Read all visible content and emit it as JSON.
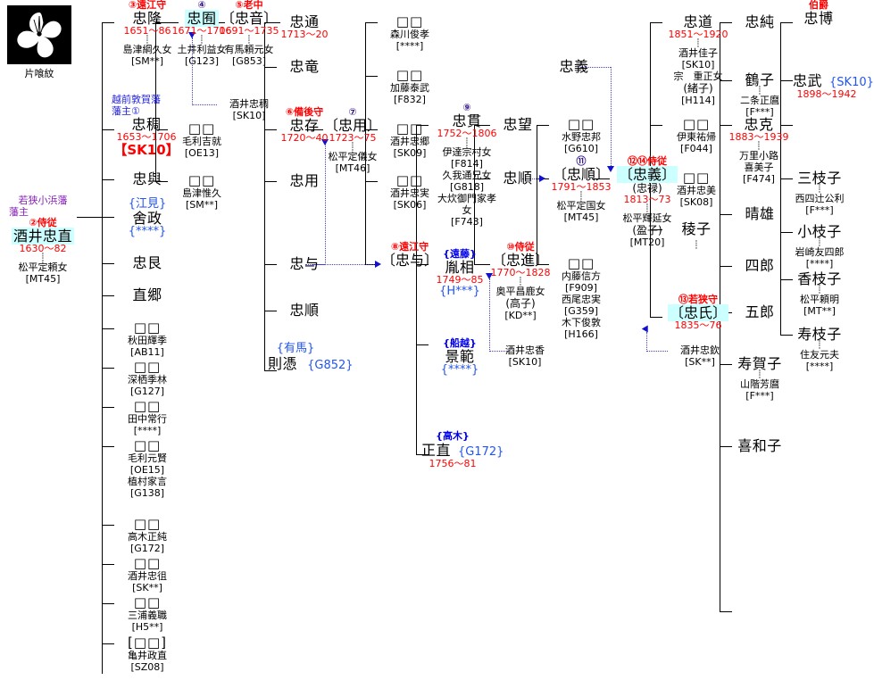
{
  "crest": {
    "name": "片喰紋",
    "icon": "kamon-katabami-crest"
  },
  "colors": {
    "year": "#ff0000",
    "highlight": "#ccffff",
    "han_blue": "#2222dd",
    "han_purple": "#8822bb",
    "family_blue": "#0000ee",
    "rank_circle": "#3a1a8c",
    "connector": "#000000",
    "dotted_link": "#4040e0"
  },
  "root": {
    "han_line1": "若狭小浜藩",
    "han_line2": "藩主",
    "rank": "②侍従",
    "name": "酒井忠直",
    "years": "1630〜82",
    "tie": "┊",
    "spouse": "松平定頼女",
    "code": "[MT45]"
  },
  "gen_col1": [
    {
      "id": "tadataka",
      "rank": "③遠江守",
      "name": "忠隆",
      "years": "1651〜86",
      "tie": "┊",
      "spouse": "島津綱久女",
      "code": "[SM**]"
    },
    {
      "id": "tadachika",
      "han1": "越前敦賀藩",
      "han2": "藩主①",
      "name": "忠稠",
      "years": "1653〜1706",
      "badge": "【SK10】"
    },
    {
      "id": "tadatomo",
      "name": "忠與"
    },
    {
      "id": "iemasa",
      "family": "{江見}",
      "name": "舍政",
      "code_blue": "{****}"
    },
    {
      "id": "tadayoshi2",
      "name": "忠艮"
    },
    {
      "id": "naosato",
      "name": "直郷"
    },
    {
      "id": "d_akita",
      "sq": "□□",
      "spouse": "秋田輝季",
      "code": "[AB11]"
    },
    {
      "id": "d_fukasu",
      "sq": "□□",
      "spouse": "深栖季林",
      "code": "[G127]"
    },
    {
      "id": "d_tanaka",
      "sq": "□□",
      "spouse": "田中常行",
      "code": "[****]"
    },
    {
      "id": "d_mouri",
      "sq": "□□",
      "spouse": "毛利元賢",
      "code": "[OE15]",
      "spouse2": "植村家言",
      "code2": "[G138]"
    },
    {
      "id": "d_takagi",
      "sq": "□□",
      "spouse": "高木正純",
      "code": "[G172]"
    },
    {
      "id": "d_sakai",
      "sq": "□□",
      "spouse": "酒井忠徂",
      "code": "[SK**]"
    },
    {
      "id": "d_miura",
      "sq": "□□",
      "spouse": "三浦義職",
      "code": "[H5**]"
    },
    {
      "id": "d_kamei",
      "sq": "[□□]",
      "spouse": "亀井政直",
      "code": "[SZ08]"
    }
  ],
  "gen_col2": [
    {
      "id": "tadakuni",
      "rank": "④",
      "name": "忠囿",
      "highlight": true,
      "years": "1671〜1706",
      "tie": "┊",
      "spouse": "土井利益女",
      "code": "[G123]"
    },
    {
      "id": "d_mouriyoshi",
      "sq": "□□",
      "spouse": "毛利吉就",
      "code": "[OE13]"
    },
    {
      "id": "d_shimazu",
      "sq": "□□",
      "spouse": "島津惟久",
      "code": "[SM**]"
    }
  ],
  "gen_col3": [
    {
      "id": "tadaoto",
      "rank": "⑤老中",
      "name": "〔忠音〕",
      "years": "1691〜1735",
      "tie": "┊",
      "spouse": "有馬頼元女",
      "code": "[G853]",
      "adopt_from": "酒井忠稠",
      "adopt_code": "[SK10]"
    }
  ],
  "gen_col4": [
    {
      "id": "tadamichi",
      "name": "忠通",
      "years": "1713〜20"
    },
    {
      "id": "tadatatsu",
      "name": "忠竜"
    },
    {
      "id": "tadaari",
      "rank": "⑥備後守",
      "name": "忠存",
      "years": "1720〜40"
    },
    {
      "id": "tadamochi_l",
      "name": "忠用"
    },
    {
      "id": "tadatomo_l",
      "name": "忠与"
    },
    {
      "id": "tadayori",
      "name": "忠順"
    },
    {
      "id": "norizumi",
      "family": "{有馬}",
      "name": "則憑",
      "code_blue": "{G852}"
    }
  ],
  "gen_col5": [
    {
      "id": "tadamochi",
      "rank": "⑦",
      "name": "〔忠用〕",
      "years": "1723〜75",
      "tie": "┊",
      "spouse": "松平定儀女",
      "code": "[MT46]"
    }
  ],
  "gen_col6": [
    {
      "id": "d_morikawa",
      "sq": "□□",
      "spouse": "森川俊孝",
      "code": "[****]"
    },
    {
      "id": "d_katou",
      "sq": "□□",
      "spouse": "加藤泰武",
      "code": "[F832]"
    },
    {
      "id": "d_sakaitadasato",
      "sq": "□□",
      "spouse": "酒井忠郷",
      "code": "[SK09]"
    },
    {
      "id": "d_sakaitadazane",
      "sq": "□□",
      "spouse": "酒井忠実",
      "code": "[SK06]"
    },
    {
      "id": "tadatomo_b",
      "rank": "⑧遠江守",
      "name": "〔忠与〕"
    }
  ],
  "gen_col7": [
    {
      "id": "tadatsura",
      "rank": "⑨",
      "name": "忠貫",
      "years": "1752〜1806",
      "tie": "┊",
      "spouses": [
        {
          "name": "伊達宗村女",
          "code": "[F814]"
        },
        {
          "name": "久我通兄女",
          "code": "[G818]"
        },
        {
          "name": "大炊御門家孝",
          "name2": "女",
          "code": "[F743]"
        }
      ]
    },
    {
      "id": "tanesuke",
      "family": "{遠藤}",
      "name": "胤相",
      "years": "1749〜85",
      "code_blue": "{H***}"
    },
    {
      "id": "kagenori",
      "family": "{船越}",
      "name": "景範",
      "code_blue": "{****}"
    },
    {
      "id": "masanao",
      "family": "{高木}",
      "name": "正直",
      "code_blue": "{G172}",
      "years": "1756〜81"
    }
  ],
  "gen_col8": [
    {
      "id": "tadamochi2",
      "name": "忠望"
    },
    {
      "id": "tadayori2",
      "name": "忠順"
    },
    {
      "id": "tadanobu",
      "rank": "⑩侍従",
      "name": "〔忠進〕",
      "years": "1770〜1828",
      "tie": "┊",
      "spouse": "奥平昌鹿女",
      "alias": "(高子)",
      "code": "[KD**]",
      "adopt_from": "酒井忠香",
      "adopt_code": "[SK10]"
    }
  ],
  "gen_col9": [
    {
      "id": "d_mizuno",
      "sq": "□□",
      "spouse": "水野忠邦",
      "code": "[G610]"
    },
    {
      "id": "tadayuki",
      "rank": "⑪",
      "name": "〔忠順〕",
      "years": "1791〜1853",
      "tie": "┊",
      "spouse": "松平定国女",
      "code": "[MT45]"
    },
    {
      "id": "d_naito",
      "sq": "□□",
      "spouse": "内藤信方",
      "code": "[F909]",
      "spouse2": "西尾忠実",
      "code2": "[G359]",
      "spouse3": "木下俊敦",
      "code3": "[H166]"
    }
  ],
  "gen_col10": [
    {
      "id": "tadayoshi",
      "rank": "⑫⑭侍従",
      "name": "〔忠義〕",
      "highlight": true,
      "alias": "(忠禄)",
      "years": "1813〜73",
      "tie": "┊",
      "spouse": "松平輝延女",
      "alias2": "(盈子)",
      "code": "[MT20]"
    }
  ],
  "gen_col11": [
    {
      "id": "tadamichi2",
      "name": "忠道",
      "years": "1851〜1920",
      "tie": "┊",
      "spouses": [
        {
          "name": "酒井佳子",
          "code": "[SK10]"
        },
        {
          "name": "宗　重正女",
          "alias": "(緒子)",
          "code": "[H114]"
        }
      ]
    },
    {
      "id": "d_ito",
      "sq": "□□",
      "spouse": "伊東祐帰",
      "code": "[F044]"
    },
    {
      "id": "d_sakaitadayoshi",
      "sq": "□□",
      "spouse": "酒井忠美",
      "code": "[SK08]"
    },
    {
      "id": "ineko",
      "name": "稜子",
      "tie": "┊"
    },
    {
      "id": "tadauji",
      "rank": "⑬若狭守",
      "name": "〔忠氏〕",
      "highlight": true,
      "years": "1835〜76",
      "adopt_from": "酒井忠欽",
      "adopt_code": "[SK**]"
    }
  ],
  "gen_col12": [
    {
      "id": "tadazumi",
      "name": "忠純"
    },
    {
      "id": "tsuruko",
      "name": "鶴子",
      "tie": "┊",
      "spouse": "二条正麿",
      "code": "[F***]"
    },
    {
      "id": "tadakatsu",
      "name": "忠克",
      "years": "1883〜1939",
      "tie": "┊",
      "spouse": "万里小路",
      "spouse_l2": "喜美子",
      "code": "[F474]"
    },
    {
      "id": "haruo",
      "name": "晴雄"
    },
    {
      "id": "shiro",
      "name": "四郎"
    },
    {
      "id": "goro",
      "name": "五郎"
    },
    {
      "id": "sugako",
      "name": "寿賀子",
      "tie": "┊",
      "spouse": "山階芳麿",
      "code": "[F***]"
    },
    {
      "id": "kiwako",
      "name": "喜和子"
    }
  ],
  "gen_col13": [
    {
      "id": "tadahiro",
      "earl": "伯爵",
      "name": "忠博"
    },
    {
      "id": "tadatake",
      "name": "忠武",
      "code_blue": "{SK10}",
      "years": "1898〜1942"
    },
    {
      "id": "saeko",
      "name": "三枝子",
      "tie": "┊",
      "spouse": "西四辻公利",
      "code": "[F***]"
    },
    {
      "id": "koeda",
      "name": "小枝子",
      "tie": "┊",
      "spouse": "岩崎友四郎",
      "code": "[****]"
    },
    {
      "id": "kaeko",
      "name": "香枝子",
      "tie": "┊",
      "spouse": "松平頼明",
      "code": "[MT**]"
    },
    {
      "id": "suedako",
      "name": "寿枝子",
      "tie": "┊",
      "spouse": "住友元夫",
      "code": "[****]"
    }
  ]
}
